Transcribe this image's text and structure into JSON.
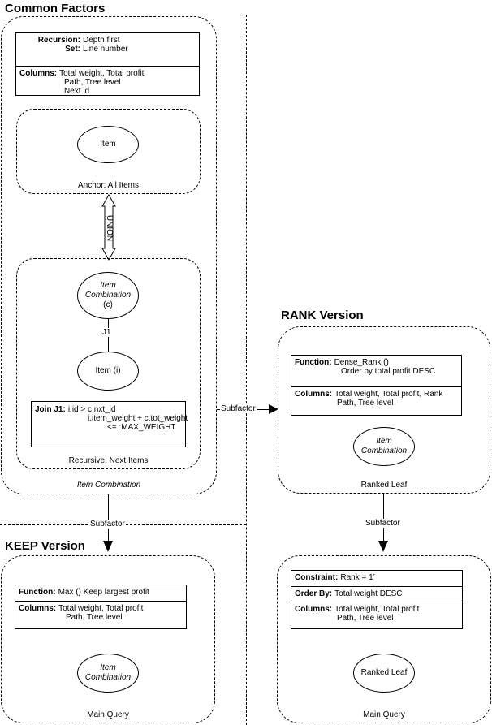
{
  "common": {
    "title": "Common Factors",
    "props": [
      {
        "key": "Recursion",
        "value": "Depth first"
      },
      {
        "key": "Set",
        "value": "Line number"
      }
    ],
    "columns_key": "Columns",
    "columns_lines": [
      "Total weight, Total profit",
      "Path, Tree level",
      "Next id"
    ],
    "anchor_node": "Item",
    "anchor_caption": "Anchor: All Items",
    "union_label": "UNION",
    "recursive_node_line1": "Item",
    "recursive_node_line2": "Combination",
    "recursive_node_line3": "(c)",
    "join_edge_label": "J1",
    "item_i_node": "Item (i)",
    "join_key": "Join J1",
    "join_lines": [
      "i.id > c.nxt_id",
      "i.item_weight + c.tot_weight",
      "<= :MAX_WEIGHT"
    ],
    "recursive_caption": "Recursive: Next Items",
    "outer_caption": "Item Combination"
  },
  "edges": {
    "subfactor_label": "Subfactor"
  },
  "rank": {
    "title": "RANK Version",
    "function_key": "Function",
    "function_lines": [
      "Dense_Rank ()",
      "Order by total profit DESC"
    ],
    "columns_key": "Columns",
    "columns_lines": [
      "Total weight, Total profit, Rank",
      "Path, Tree level"
    ],
    "node_line1": "Item",
    "node_line2": "Combination",
    "caption": "Ranked Leaf"
  },
  "keep": {
    "title": "KEEP Version",
    "function_key": "Function",
    "function_value": "Max () Keep largest profit",
    "columns_key": "Columns",
    "columns_lines": [
      "Total weight, Total profit",
      "Path, Tree level"
    ],
    "node_line1": "Item",
    "node_line2": "Combination",
    "caption": "Main Query"
  },
  "main": {
    "constraint_key": "Constraint",
    "constraint_value": "Rank = 1’",
    "orderby_key": "Order By",
    "orderby_value": "Total weight DESC",
    "columns_key": "Columns",
    "columns_lines": [
      "Total weight, Total profit",
      "Path, Tree level"
    ],
    "node": "Ranked Leaf",
    "caption": "Main Query"
  }
}
